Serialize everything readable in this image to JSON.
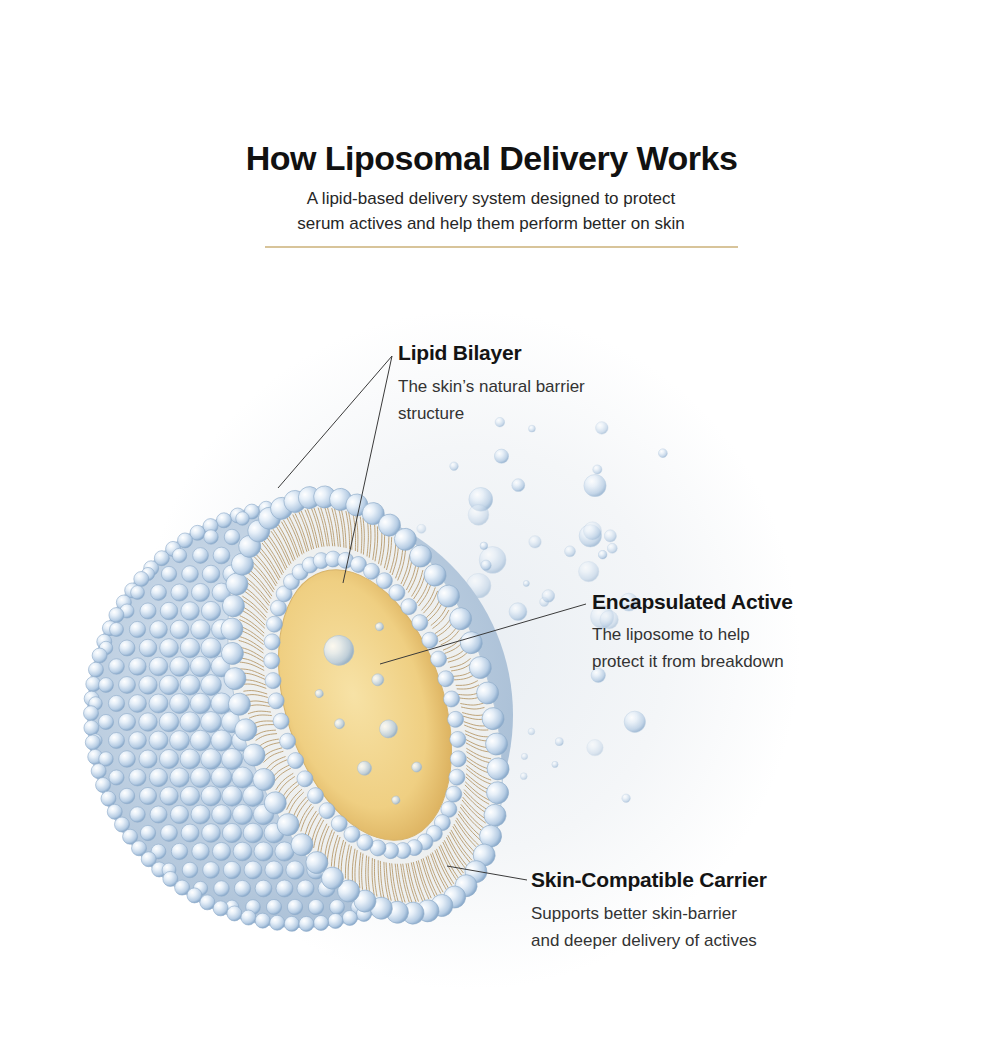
{
  "diagram": {
    "title": "How Liposomal Delivery Works",
    "caption": "A lipid-based delivery system designed to protect serum actives and help them perform better on skin",
    "labels": [
      "Lipid Bilayer",
      "The skin’s natural barrier structure",
      "Encapsulated Active",
      "The liposome to help protect it from breakdown",
      "Skin-Compatible Carrier",
      "Supports better skin-barrier and deeper delivery of actives"
    ]
  }
}
